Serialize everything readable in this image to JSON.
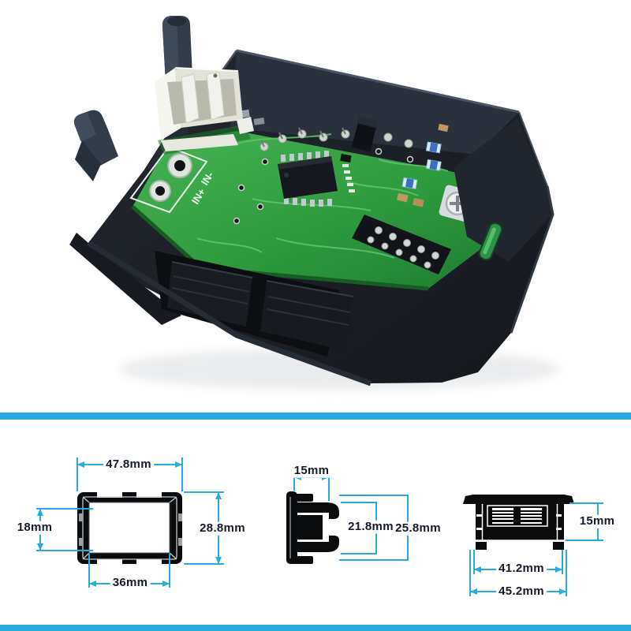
{
  "product_photo": {
    "silkscreen": {
      "in_minus": "IN-",
      "in_plus": "IN+"
    }
  },
  "colors": {
    "accent_cyan": "#29abe2",
    "dimension_text": "#141b26",
    "pcb_green": "#2f9b3e",
    "case_black": "#1b1f26",
    "connector_white": "#f1f1ea",
    "display_lens_green": "#2f9147"
  },
  "views": {
    "front": {
      "dims": {
        "top_width": "47.8mm",
        "left_height": "18mm",
        "right_height": "28.8mm",
        "bottom_width": "36mm"
      }
    },
    "side": {
      "dims": {
        "depth": "15mm",
        "inner_height": "21.8mm",
        "outer_height": "25.8mm"
      }
    },
    "bottom": {
      "dims": {
        "height": "15mm",
        "inner_width": "41.2mm",
        "outer_width": "45.2mm"
      }
    }
  }
}
